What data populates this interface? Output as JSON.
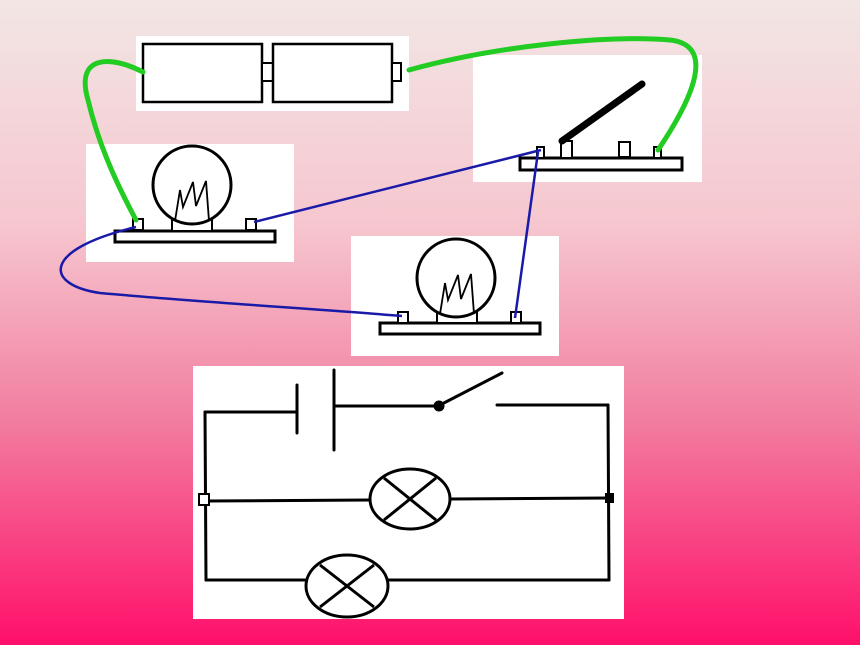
{
  "slide": {
    "background_top": "#f2e6e4",
    "background_bottom": "#ff0f6a"
  },
  "wires": {
    "series_wire_color": "#22cc22",
    "parallel_wire_color": "#1a1aa8"
  },
  "components": {
    "battery_cells": 2,
    "bulbs": 2,
    "switch": "knife-switch",
    "switch_state": "open"
  },
  "schematic": {
    "lamp_symbol": "crossed-circle-lamp",
    "cell_symbol": "cell",
    "switch_symbol": "open-switch"
  }
}
